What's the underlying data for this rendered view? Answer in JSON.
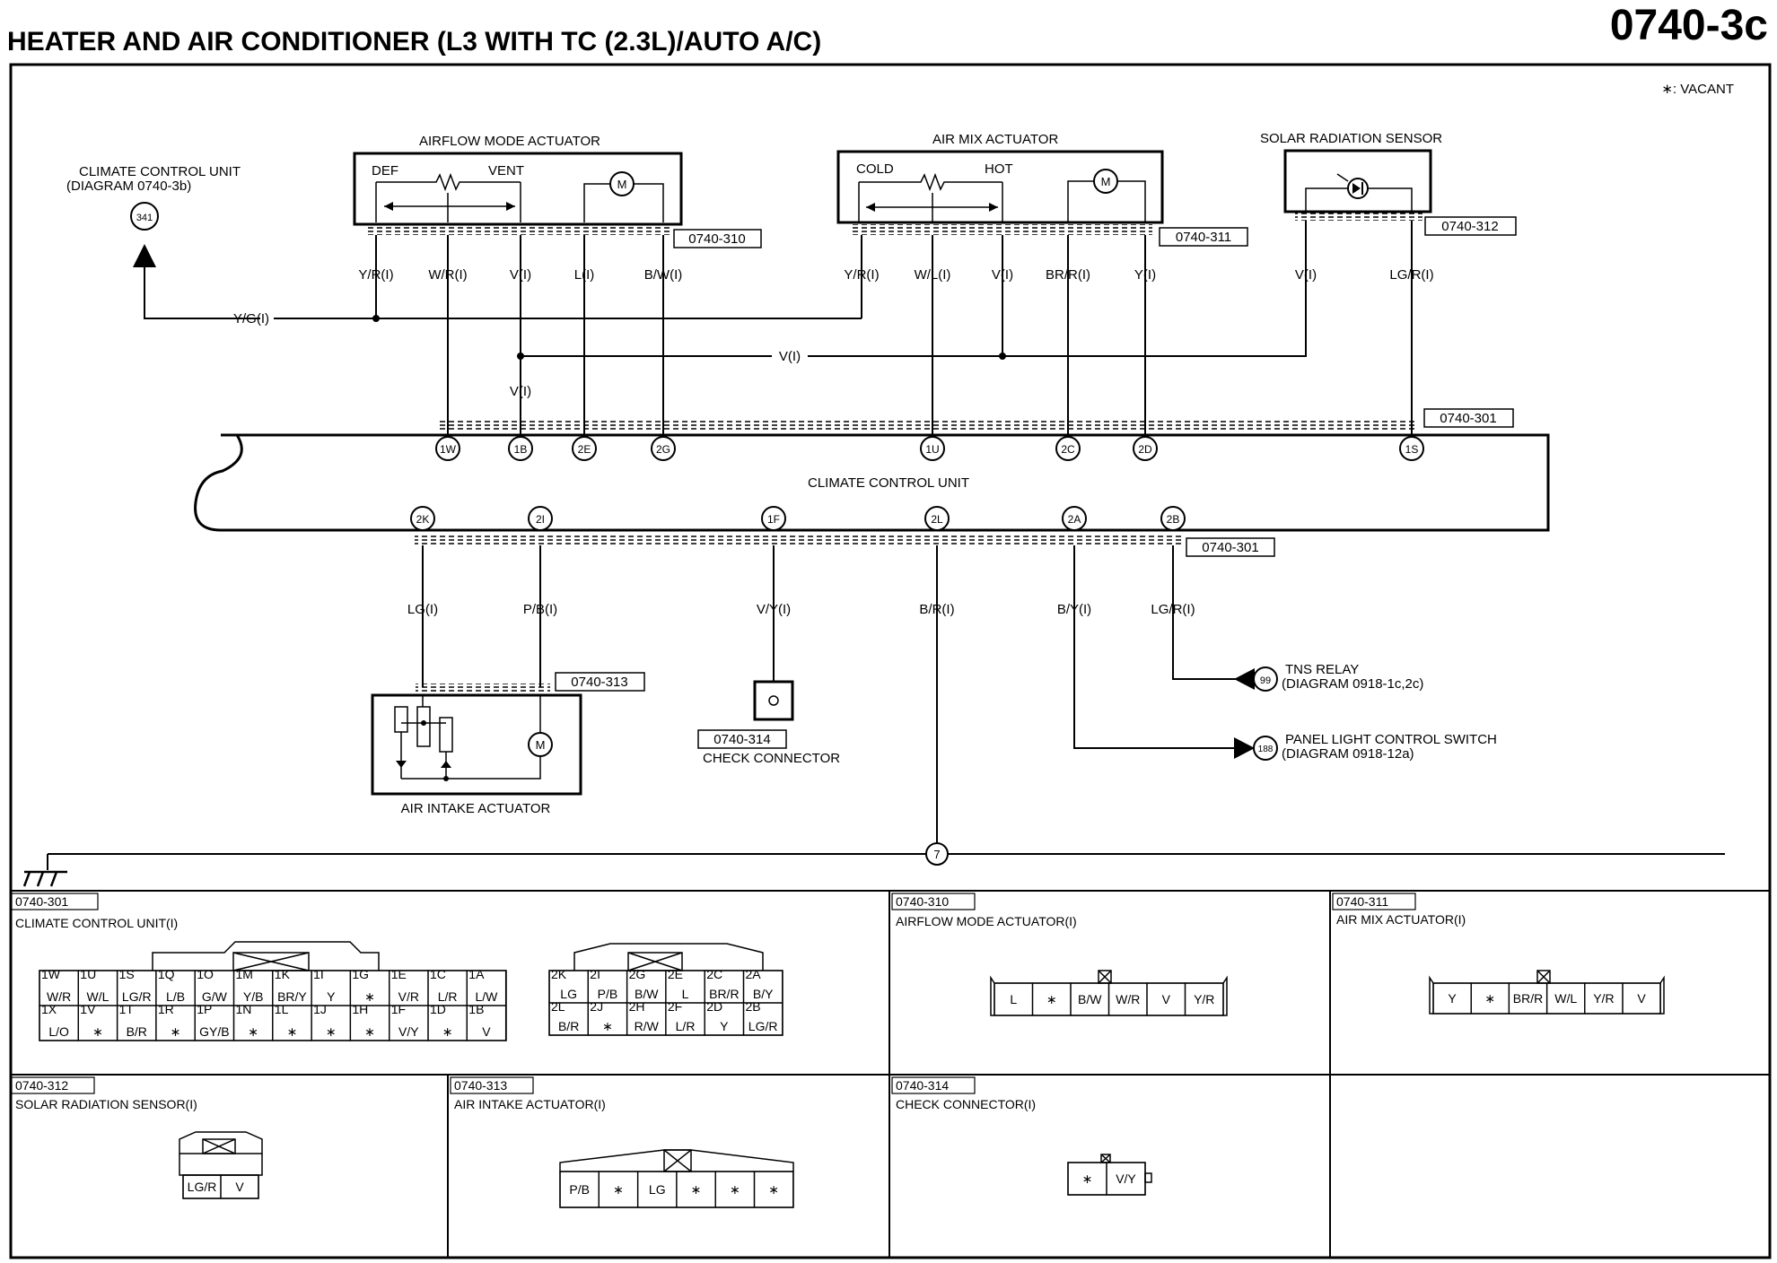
{
  "header": {
    "title": "HEATER AND AIR CONDITIONER (L3 WITH TC (2.3L)/AUTO A/C)",
    "page_code": "0740-3c"
  },
  "legend": {
    "vacant": "∗: VACANT"
  },
  "components": {
    "climate_ref": {
      "name": "CLIMATE CONTROL UNIT",
      "diagram": "(DIAGRAM 0740-3b)",
      "terminal": "341"
    },
    "airflow": {
      "name": "AIRFLOW MODE ACTUATOR",
      "def": "DEF",
      "vent": "VENT",
      "connector": "0740-310"
    },
    "airmix": {
      "name": "AIR MIX ACTUATOR",
      "cold": "COLD",
      "hot": "HOT",
      "connector": "0740-311"
    },
    "solar": {
      "name": "SOLAR RADIATION SENSOR",
      "connector": "0740-312"
    },
    "ccu": {
      "name": "CLIMATE CONTROL UNIT",
      "connector_top": "0740-301",
      "connector_bottom": "0740-301"
    },
    "intake": {
      "name": "AIR INTAKE ACTUATOR",
      "connector": "0740-313"
    },
    "check": {
      "name": "CHECK CONNECTOR",
      "connector": "0740-314"
    },
    "tns": {
      "name": "TNS RELAY",
      "diagram": "(DIAGRAM 0918-1c,2c)",
      "terminal": "99"
    },
    "panel": {
      "name": "PANEL LIGHT CONTROL SWITCH",
      "diagram": "(DIAGRAM 0918-12a)",
      "terminal": "188"
    },
    "ground": {
      "terminal": "7"
    }
  },
  "wires": {
    "yg": "Y/G(I)",
    "yr1": "Y/R(I)",
    "wr": "W/R(I)",
    "v1": "V(I)",
    "l": "L(I)",
    "bw": "B/W(I)",
    "yr2": "Y/R(I)",
    "wl": "W/L(I)",
    "v2": "V(I)",
    "brr": "BR/R(I)",
    "y": "Y(I)",
    "v3": "V(I)",
    "lgr1": "LG/R(I)",
    "vbus": "V(I)",
    "vdown": "V(I)",
    "lg": "LG(I)",
    "pb": "P/B(I)",
    "vy": "V/Y(I)",
    "br": "B/R(I)",
    "by": "B/Y(I)",
    "lgr2": "LG/R(I)"
  },
  "terminals": {
    "top": [
      "1W",
      "1B",
      "2E",
      "2G",
      "1U",
      "2C",
      "2D",
      "1S"
    ],
    "bottom": [
      "2K",
      "2I",
      "1F",
      "2L",
      "2A",
      "2B"
    ]
  },
  "panels": {
    "p301": {
      "code": "0740-301",
      "title": "CLIMATE CONTROL UNIT(I)"
    },
    "p310": {
      "code": "0740-310",
      "title": "AIRFLOW MODE ACTUATOR(I)"
    },
    "p311": {
      "code": "0740-311",
      "title": "AIR MIX ACTUATOR(I)"
    },
    "p312": {
      "code": "0740-312",
      "title": "SOLAR RADIATION SENSOR(I)"
    },
    "p313": {
      "code": "0740-313",
      "title": "AIR INTAKE ACTUATOR(I)"
    },
    "p314": {
      "code": "0740-314",
      "title": "CHECK CONNECTOR(I)"
    }
  },
  "connector_views": {
    "ccu_a_top": [
      [
        "1W",
        "W/R"
      ],
      [
        "1U",
        "W/L"
      ],
      [
        "1S",
        "LG/R"
      ],
      [
        "1Q",
        "L/B"
      ],
      [
        "1O",
        "G/W"
      ],
      [
        "1M",
        "Y/B"
      ],
      [
        "1K",
        "BR/Y"
      ],
      [
        "1I",
        "Y"
      ],
      [
        "1G",
        "∗"
      ],
      [
        "1E",
        "V/R"
      ],
      [
        "1C",
        "L/R"
      ],
      [
        "1A",
        "L/W"
      ]
    ],
    "ccu_a_bottom": [
      [
        "1X",
        "L/O"
      ],
      [
        "1V",
        "∗"
      ],
      [
        "1T",
        "B/R"
      ],
      [
        "1R",
        "∗"
      ],
      [
        "1P",
        "GY/B"
      ],
      [
        "1N",
        "∗"
      ],
      [
        "1L",
        "∗"
      ],
      [
        "1J",
        "∗"
      ],
      [
        "1H",
        "∗"
      ],
      [
        "1F",
        "V/Y"
      ],
      [
        "1D",
        "∗"
      ],
      [
        "1B",
        "V"
      ]
    ],
    "ccu_b_top": [
      [
        "2K",
        "LG"
      ],
      [
        "2I",
        "P/B"
      ],
      [
        "2G",
        "B/W"
      ],
      [
        "2E",
        "L"
      ],
      [
        "2C",
        "BR/R"
      ],
      [
        "2A",
        "B/Y"
      ]
    ],
    "ccu_b_bottom": [
      [
        "2L",
        "B/R"
      ],
      [
        "2J",
        "∗"
      ],
      [
        "2H",
        "R/W"
      ],
      [
        "2F",
        "L/R"
      ],
      [
        "2D",
        "Y"
      ],
      [
        "2B",
        "LG/R"
      ]
    ],
    "airflow": [
      "L",
      "∗",
      "B/W",
      "W/R",
      "V",
      "Y/R"
    ],
    "airmix": [
      "Y",
      "∗",
      "BR/R",
      "W/L",
      "Y/R",
      "V"
    ],
    "solar": [
      "LG/R",
      "V"
    ],
    "intake": [
      "P/B",
      "∗",
      "LG",
      "∗",
      "∗",
      "∗"
    ],
    "check": [
      "∗",
      "V/Y"
    ]
  }
}
